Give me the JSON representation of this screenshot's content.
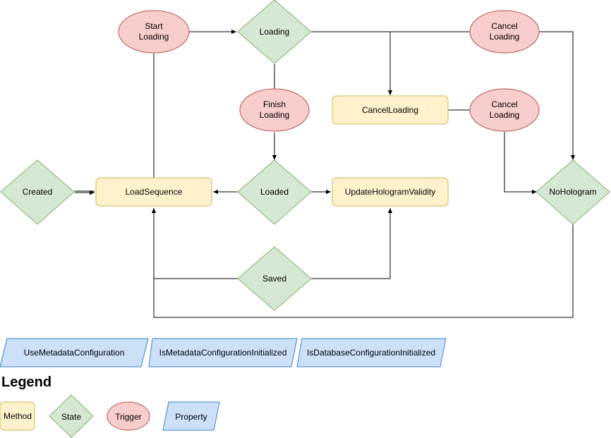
{
  "colors": {
    "method_fill": "#fff2cc",
    "method_stroke": "#d6b656",
    "state_fill": "#d5e8d4",
    "state_stroke": "#82b366",
    "trigger_fill": "#f8cecc",
    "trigger_stroke": "#b85450",
    "property_fill": "#cce0f8",
    "property_stroke": "#3a86d0"
  },
  "methods": {
    "load_sequence": "LoadSequence",
    "cancel_loading": "CancelLoading",
    "update_hologram_validity": "UpdateHologramValidity"
  },
  "states": {
    "created": "Created",
    "loading": "Loading",
    "loaded": "Loaded",
    "saved": "Saved",
    "no_hologram": "NoHologram"
  },
  "triggers": {
    "start_loading": [
      "Start",
      "Loading"
    ],
    "finish_loading": [
      "Finish",
      "Loading"
    ],
    "cancel_loading_top": [
      "Cancel",
      "Loading"
    ],
    "cancel_loading_mid": [
      "Cancel",
      "Loading"
    ]
  },
  "properties": {
    "use_metadata_configuration": "UseMetadataConfiguration",
    "is_metadata_configuration_initialized": "IsMetadataConfigurationInitialized",
    "is_database_configuration_initialized": "IsDatabaseConfigurationInitialized"
  },
  "legend": {
    "title": "Legend",
    "method": "Method",
    "state": "State",
    "trigger": "Trigger",
    "property": "Property"
  }
}
